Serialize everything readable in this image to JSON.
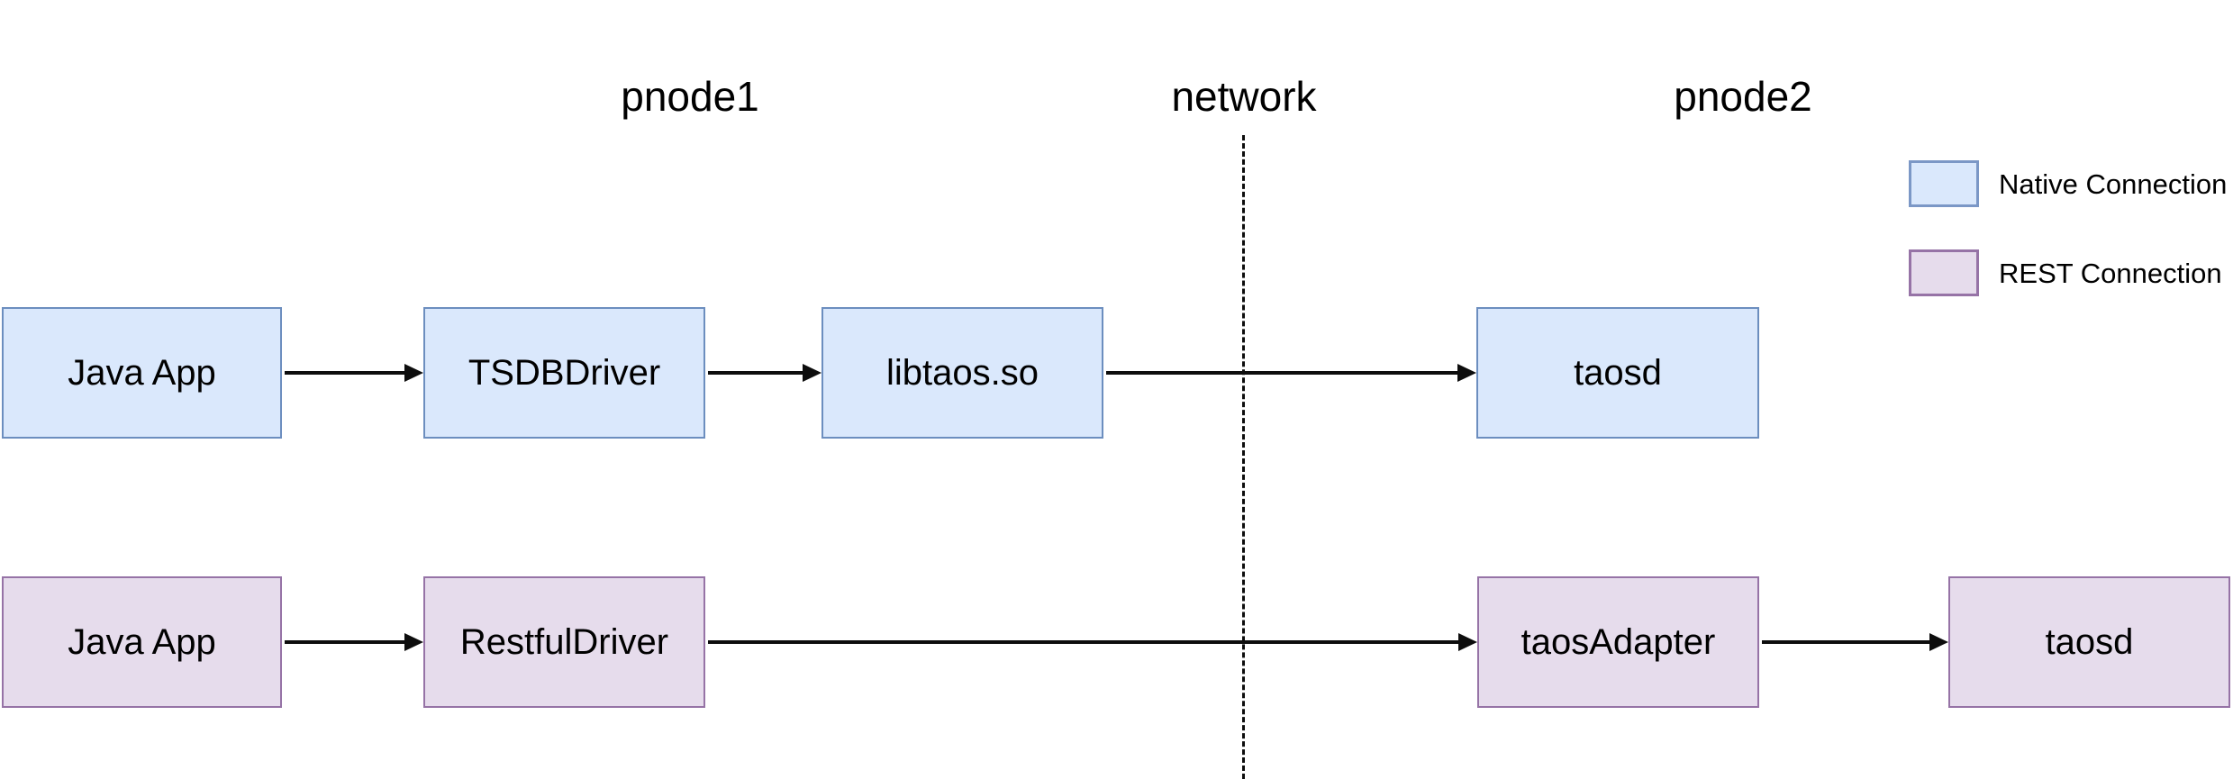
{
  "sections": [
    {
      "label": "pnode1"
    },
    {
      "label": "network"
    },
    {
      "label": "pnode2"
    }
  ],
  "native_row": {
    "connection_type": "Native Connection",
    "nodes": [
      "Java App",
      "TSDBDriver",
      "libtaos.so",
      "taosd"
    ]
  },
  "rest_row": {
    "connection_type": "REST Connection",
    "nodes": [
      "Java App",
      "RestfulDriver",
      "taosAdapter",
      "taosd"
    ]
  },
  "legend": {
    "items": [
      {
        "label": "Native Connection",
        "fill": "#dae8fc",
        "border": "#7b97c6"
      },
      {
        "label": "REST Connection",
        "fill": "#e6dcec",
        "border": "#9673a6"
      }
    ]
  },
  "colors": {
    "background": "#ffffff",
    "native_fill": "#dae8fc",
    "native_border": "#6c8ebf",
    "rest_fill": "#e6dcec",
    "rest_border": "#9673a6",
    "line": "#0d0d0d",
    "text": "#000000"
  }
}
